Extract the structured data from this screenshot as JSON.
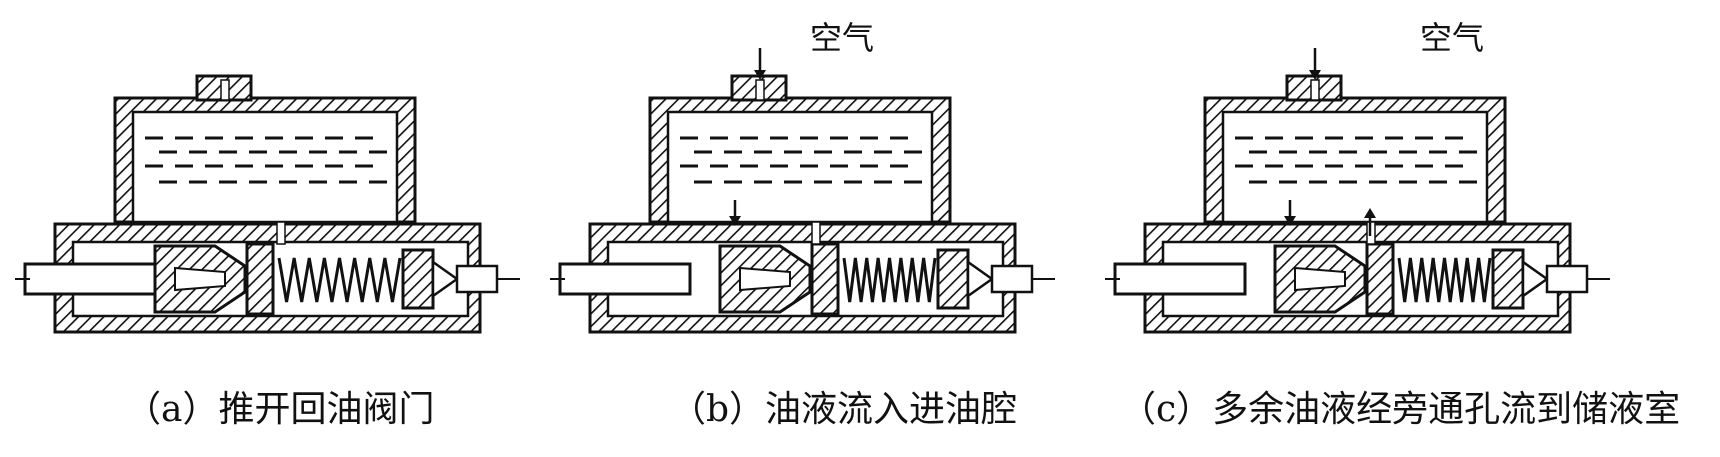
{
  "panels": [
    {
      "id": "a",
      "caption": "（a）推开回油阀门"
    },
    {
      "id": "b",
      "caption": "（b）油液流入进油腔",
      "air_label": "空气"
    },
    {
      "id": "c",
      "caption": "（c）多余油液经旁通孔流到储液室",
      "air_label": "空气"
    }
  ],
  "colors": {
    "ink": "#111111",
    "background": "#ffffff"
  }
}
